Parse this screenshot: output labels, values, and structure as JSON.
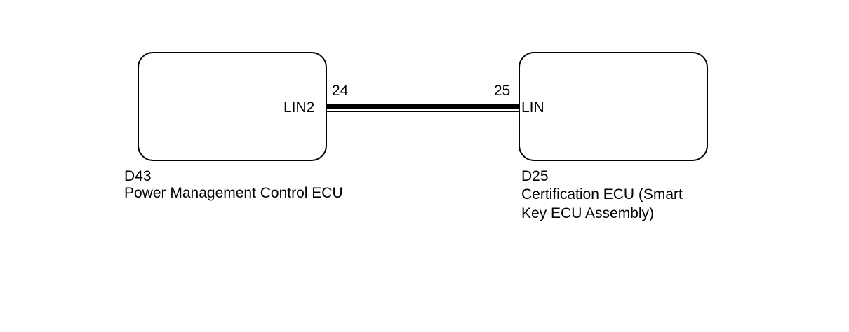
{
  "left_component": {
    "connector": "D43",
    "name": "Power Management Control ECU",
    "pin_label": "LIN2",
    "pin_number": "24"
  },
  "right_component": {
    "connector": "D25",
    "name": "Certification ECU (Smart Key ECU Assembly)",
    "pin_label": "LIN",
    "pin_number": "25"
  },
  "colors": {
    "line": "#000000",
    "background": "#ffffff"
  }
}
